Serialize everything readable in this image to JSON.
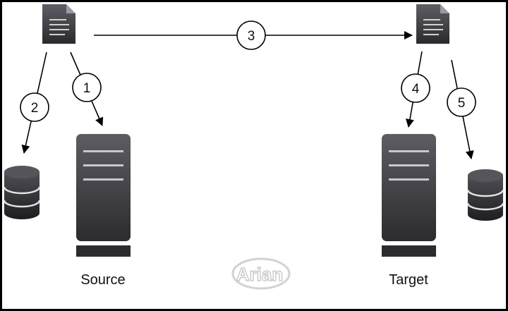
{
  "diagram": {
    "steps": [
      {
        "id": "step-1",
        "label": "1"
      },
      {
        "id": "step-2",
        "label": "2"
      },
      {
        "id": "step-3",
        "label": "3"
      },
      {
        "id": "step-4",
        "label": "4"
      },
      {
        "id": "step-5",
        "label": "5"
      }
    ],
    "nodes": {
      "source_label": "Source",
      "target_label": "Target"
    },
    "watermark": "Arian"
  }
}
